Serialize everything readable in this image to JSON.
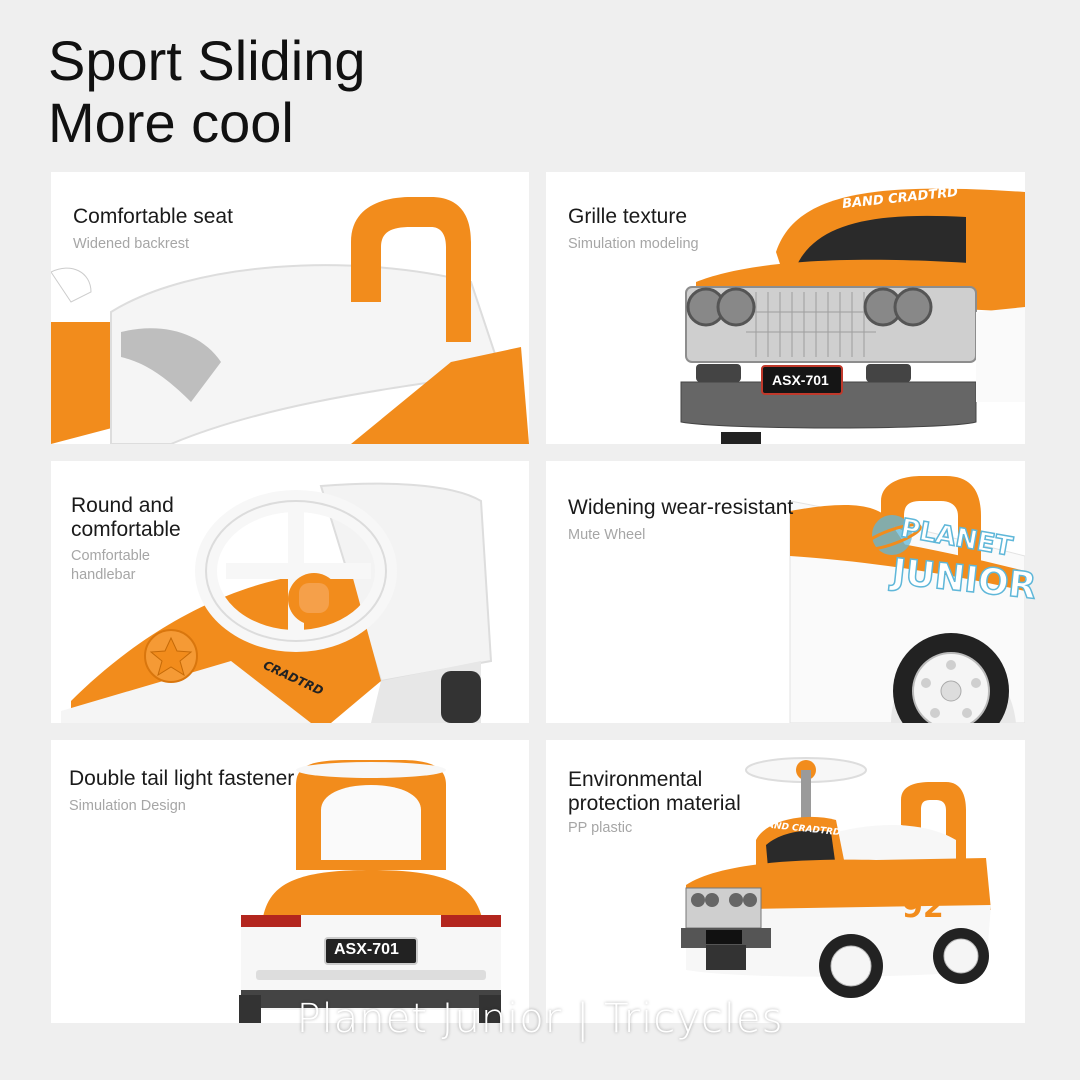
{
  "headline": {
    "line1": "Sport Sliding",
    "line2": "More cool"
  },
  "cards": [
    {
      "title": "Comfortable seat",
      "subtitle": "Widened backrest"
    },
    {
      "title": "Grille texture",
      "subtitle": "Simulation modeling",
      "car_brand": "BAND CRADTRD",
      "plate": "ASX-701"
    },
    {
      "title_line1": "Round and",
      "title_line2": "comfortable",
      "subtitle_line1": "Comfortable",
      "subtitle_line2": "handlebar",
      "side_text": "CRADTRD"
    },
    {
      "title": "Widening wear-resistant",
      "subtitle": "Mute Wheel"
    },
    {
      "title": "Double tail light fastener",
      "subtitle": "Simulation Design",
      "plate": "ASX-701"
    },
    {
      "title_line1": "Environmental",
      "title_line2": "protection material",
      "subtitle": "PP plastic",
      "car_brand": "BAND CRADTRD",
      "number": "92"
    }
  ],
  "logo": {
    "line1": "PLANET",
    "line2": "JUNIOR"
  },
  "footer": "Planet Junior | Tricycles",
  "colors": {
    "orange": "#f28c1c",
    "white": "#ffffff",
    "background": "#efefef",
    "chrome": "#b8b8b8"
  }
}
